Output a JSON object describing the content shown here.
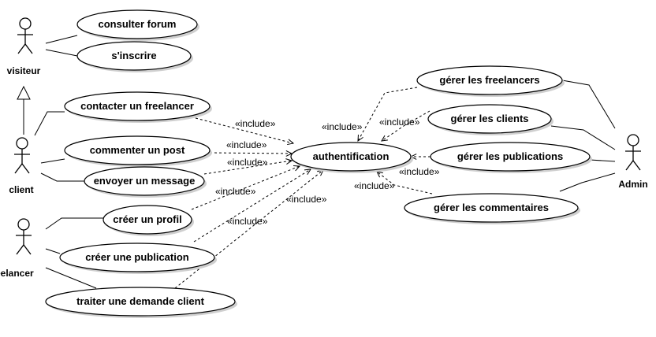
{
  "diagram": {
    "type": "uml-use-case",
    "actors": [
      {
        "id": "visiteur",
        "label": "visiteur"
      },
      {
        "id": "client",
        "label": "client"
      },
      {
        "id": "freelancer",
        "label": "freelancer"
      },
      {
        "id": "admin",
        "label": "Admin"
      }
    ],
    "use_cases": [
      {
        "id": "consulter-forum",
        "label": "consulter forum"
      },
      {
        "id": "sinscrire",
        "label": "s'inscrire"
      },
      {
        "id": "contacter-freelancer",
        "label": "contacter un freelancer"
      },
      {
        "id": "commenter-post",
        "label": "commenter un post"
      },
      {
        "id": "envoyer-message",
        "label": "envoyer un message"
      },
      {
        "id": "creer-profil",
        "label": "créer un profil"
      },
      {
        "id": "creer-publication",
        "label": "créer une publication"
      },
      {
        "id": "traiter-demande",
        "label": "traiter une demande client"
      },
      {
        "id": "authentification",
        "label": "authentification"
      },
      {
        "id": "gerer-freelancers",
        "label": "gérer les freelancers"
      },
      {
        "id": "gerer-clients",
        "label": "gérer les clients"
      },
      {
        "id": "gerer-publications",
        "label": "gérer les publications"
      },
      {
        "id": "gerer-commentaires",
        "label": "gérer les commentaires"
      }
    ],
    "include_label": "«include»",
    "associations": [
      [
        "visiteur",
        "consulter-forum"
      ],
      [
        "visiteur",
        "sinscrire"
      ],
      [
        "client",
        "contacter-freelancer"
      ],
      [
        "client",
        "commenter-post"
      ],
      [
        "client",
        "envoyer-message"
      ],
      [
        "freelancer",
        "creer-profil"
      ],
      [
        "freelancer",
        "creer-publication"
      ],
      [
        "freelancer",
        "traiter-demande"
      ],
      [
        "admin",
        "gerer-freelancers"
      ],
      [
        "admin",
        "gerer-clients"
      ],
      [
        "admin",
        "gerer-publications"
      ],
      [
        "admin",
        "gerer-commentaires"
      ]
    ],
    "generalizations": [
      [
        "client",
        "visiteur"
      ]
    ],
    "includes": [
      [
        "contacter-freelancer",
        "authentification"
      ],
      [
        "commenter-post",
        "authentification"
      ],
      [
        "envoyer-message",
        "authentification"
      ],
      [
        "creer-profil",
        "authentification"
      ],
      [
        "creer-publication",
        "authentification"
      ],
      [
        "traiter-demande",
        "authentification"
      ],
      [
        "gerer-freelancers",
        "authentification"
      ],
      [
        "gerer-clients",
        "authentification"
      ],
      [
        "gerer-publications",
        "authentification"
      ],
      [
        "gerer-commentaires",
        "authentification"
      ]
    ]
  }
}
